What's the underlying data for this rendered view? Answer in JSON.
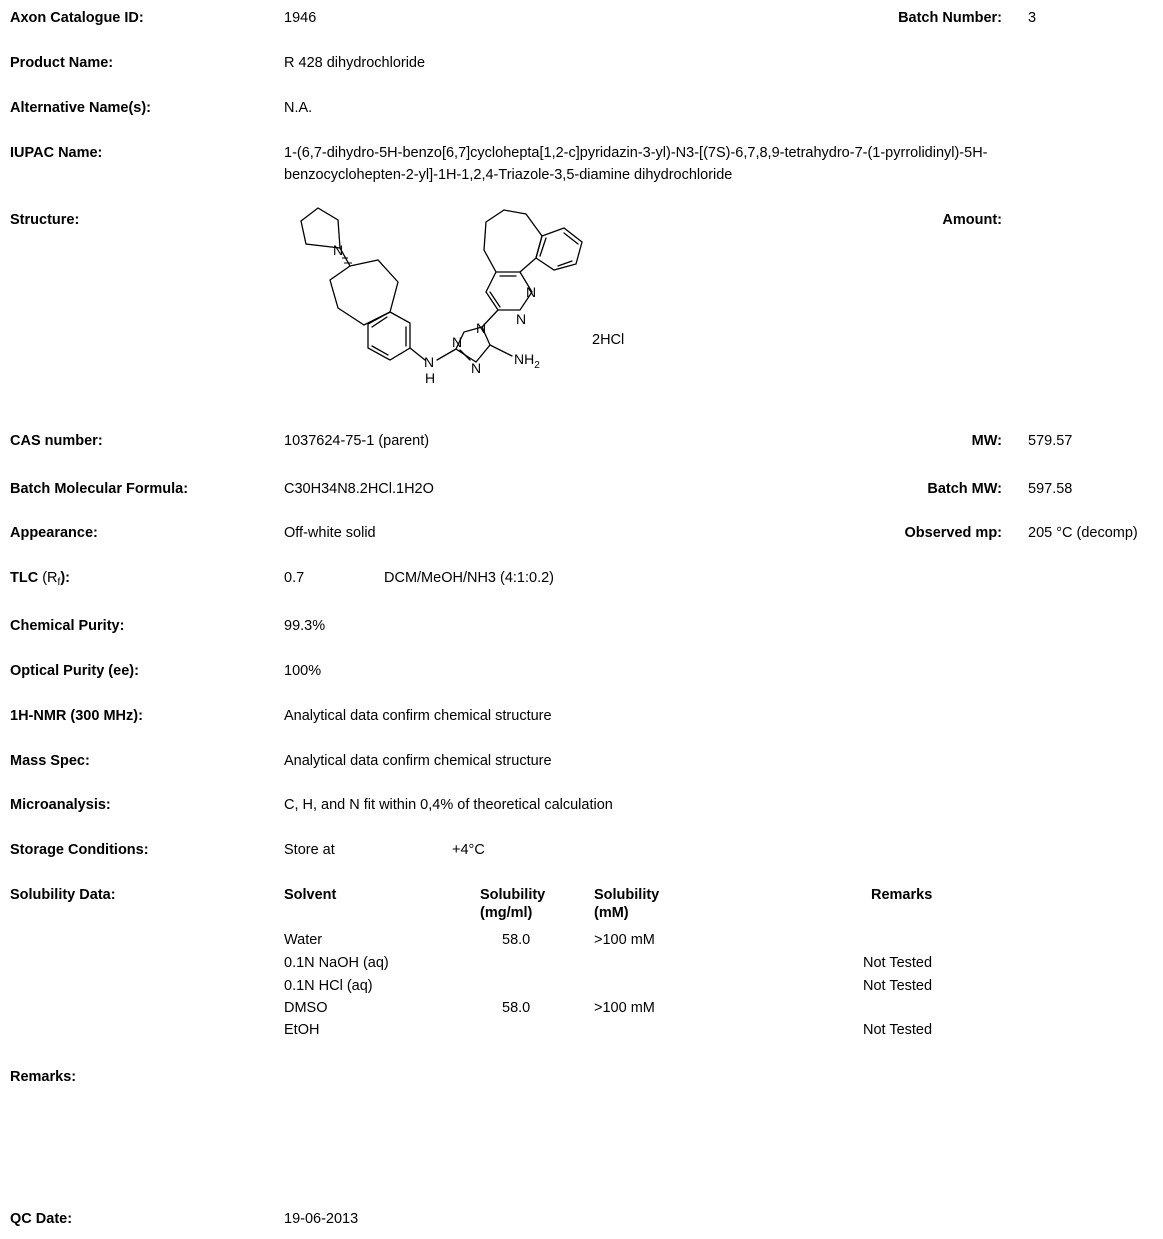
{
  "rows": {
    "catalogue": {
      "label": "Axon Catalogue ID:",
      "value": "1946"
    },
    "batch": {
      "label": "Batch Number:",
      "value": "3"
    },
    "product": {
      "label": "Product Name:",
      "value": "R 428 dihydrochloride"
    },
    "alt": {
      "label": "Alternative Name(s):",
      "value": "N.A."
    },
    "iupac": {
      "label": "IUPAC Name:",
      "line1": "1-(6,7-dihydro-5H-benzo[6,7]cyclohepta[1,2-c]pyridazin-3-yl)-N3-[(7S)-6,7,8,9-tetrahydro-7-(1-pyrrolidinyl)-5H-",
      "line2": "benzocyclohepten-2-yl]-1H-1,2,4-Triazole-3,5-diamine dihydrochloride"
    },
    "structure": {
      "label": "Structure:",
      "salt": "2HCl"
    },
    "amount": {
      "label": "Amount:"
    },
    "cas": {
      "label": "CAS number:",
      "value": "1037624-75-1 (parent)"
    },
    "mw": {
      "label": "MW:",
      "value": "579.57"
    },
    "formula": {
      "label": "Batch Molecular Formula:",
      "value": "C30H34N8.2HCl.1H2O"
    },
    "batch_mw": {
      "label": "Batch MW:",
      "value": "597.58"
    },
    "appearance": {
      "label": "Appearance:",
      "value": "Off-white solid"
    },
    "mp": {
      "label": "Observed mp:",
      "value": "205 °C (decomp)"
    },
    "tlc": {
      "label_main": "TLC",
      "label_paren_open": "(R",
      "label_sub": "f",
      "label_paren_close": "):",
      "value": "0.7",
      "solvent": "DCM/MeOH/NH3 (4:1:0.2)"
    },
    "purity": {
      "label": "Chemical Purity:",
      "value": "99.3%"
    },
    "optical": {
      "label": "Optical Purity (ee):",
      "value": "100%"
    },
    "nmr": {
      "label": "1H-NMR (300 MHz):",
      "value": "Analytical data confirm chemical structure"
    },
    "mass": {
      "label": "Mass Spec:",
      "value": "Analytical data confirm chemical structure"
    },
    "micro": {
      "label": "Microanalysis:",
      "value": "C, H, and N fit within 0,4% of theoretical calculation"
    },
    "storage": {
      "label": "Storage Conditions:",
      "value": "Store at",
      "temp": "+4°C"
    },
    "solubility": {
      "label": "Solubility Data:"
    },
    "remarks": {
      "label": "Remarks:"
    },
    "qc": {
      "label": "QC Date:",
      "value": "19-06-2013"
    }
  },
  "solubility_table": {
    "headers": {
      "solvent": "Solvent",
      "mgml_1": "Solubility",
      "mgml_2": "(mg/ml)",
      "mm_1": "Solubility",
      "mm_2": "(mM)",
      "remarks": "Remarks"
    },
    "rows": [
      {
        "solvent": "Water",
        "mgml": "58.0",
        "mm": ">100 mM",
        "remarks": ""
      },
      {
        "solvent": "0.1N NaOH (aq)",
        "mgml": "",
        "mm": "",
        "remarks": "Not Tested"
      },
      {
        "solvent": "0.1N HCl (aq)",
        "mgml": "",
        "mm": "",
        "remarks": "Not Tested"
      },
      {
        "solvent": "DMSO",
        "mgml": "58.0",
        "mm": ">100 mM",
        "remarks": ""
      },
      {
        "solvent": "EtOH",
        "mgml": "",
        "mm": "",
        "remarks": "Not Tested"
      }
    ]
  },
  "structure_atoms": {
    "n_pyrrolidine": "N",
    "n_pyridazine_1": "N",
    "n_pyridazine_2": "N",
    "n_triazole_top": "N",
    "n_triazole_mid": "N",
    "n_triazole_bottom": "N",
    "nh_n": "N",
    "nh_h": "H",
    "nh2_main": "NH",
    "nh2_sub": "2"
  }
}
